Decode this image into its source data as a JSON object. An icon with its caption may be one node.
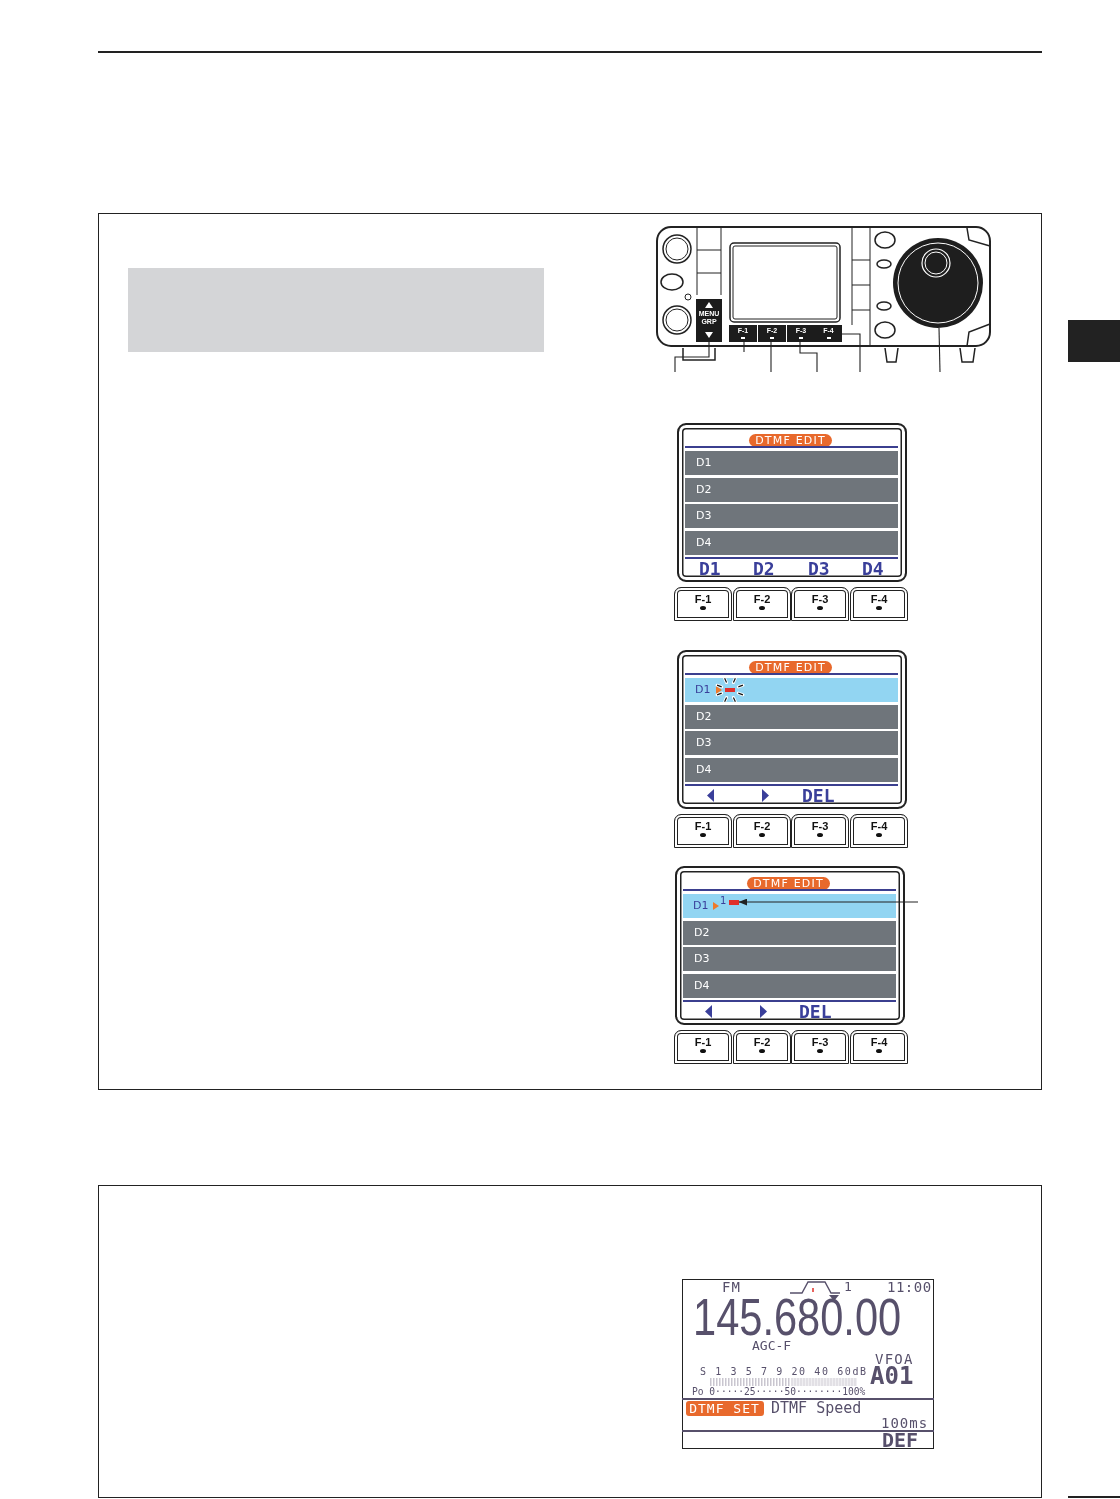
{
  "diagram": {
    "nodes": [
      {
        "text": [],
        "shape": "box"
      },
      {
        "text": [],
        "shape": "box",
        "in": 0
      },
      {
        "text": [],
        "shape": "picture",
        "in": 0
      },
      {
        "text": [
          "MENU GRP"
        ],
        "in": 2
      },
      {
        "text": [
          "F-1"
        ],
        "in": 2
      },
      {
        "text": [
          "F-2"
        ],
        "in": 2
      },
      {
        "text": [
          "F-3"
        ],
        "in": 2
      },
      {
        "text": [
          "F-4"
        ],
        "in": 2
      },
      {
        "text": [],
        "shape": "circle",
        "in": 2
      },
      {
        "text": [],
        "shape": "box",
        "in": 0
      },
      {
        "text": [
          "DTMF EDIT"
        ],
        "in": 9
      },
      {
        "text": [
          "D1"
        ],
        "in": 9
      },
      {
        "text": [
          "D2"
        ],
        "in": 9
      },
      {
        "text": [
          "D3"
        ],
        "in": 9
      },
      {
        "text": [
          "D4"
        ],
        "in": 9
      },
      {
        "text": [
          "F-1"
        ],
        "in": 0
      },
      {
        "text": [
          "F-2"
        ],
        "in": 0
      },
      {
        "text": [
          "F-3"
        ],
        "in": 0
      },
      {
        "text": [
          "F-4"
        ],
        "in": 0
      },
      {
        "text": [],
        "shape": "box",
        "in": 0
      },
      {
        "text": [
          "DTMF EDIT"
        ],
        "in": 19
      },
      {
        "text": [
          "D1"
        ],
        "in": 19
      },
      {
        "text": [
          "D2"
        ],
        "in": 19
      },
      {
        "text": [
          "D3"
        ],
        "in": 19
      },
      {
        "text": [
          "D4"
        ],
        "in": 19
      },
      {
        "text": [
          "F-1"
        ],
        "in": 0
      },
      {
        "text": [
          "F-2"
        ],
        "in": 0
      },
      {
        "text": [
          "F-3"
        ],
        "in": 0
      },
      {
        "text": [
          "F-4"
        ],
        "in": 0
      },
      {
        "text": [],
        "shape": "box",
        "in": 0
      },
      {
        "text": [
          "DTMF EDIT"
        ],
        "in": 29
      },
      {
        "text": [
          "D1",
          "1"
        ],
        "in": 29
      },
      {
        "text": [],
        "shape": "bar",
        "in": 31
      },
      {
        "text": [
          "D2"
        ],
        "in": 29
      },
      {
        "text": [
          "D3"
        ],
        "in": 29
      },
      {
        "text": [
          "D4"
        ],
        "in": 29
      },
      {
        "text": [
          "F-1"
        ],
        "in": 0
      },
      {
        "text": [
          "F-2"
        ],
        "in": 0
      },
      {
        "text": [
          "F-3"
        ],
        "in": 0
      },
      {
        "text": [
          "F-4"
        ],
        "in": 0
      },
      {
        "text": [],
        "shape": "box"
      },
      {
        "text": [],
        "shape": "box"
      },
      {
        "text": [],
        "shape": "box",
        "in": 41
      },
      {
        "text": [
          "DTMF SET"
        ],
        "in": 42
      }
    ],
    "edges": [
      {
        "from": null,
        "to": 3,
        "arrow": "none"
      },
      {
        "from": null,
        "to": 4,
        "arrow": "none"
      },
      {
        "from": null,
        "to": 5,
        "arrow": "none"
      },
      {
        "from": null,
        "to": 6,
        "arrow": "none"
      },
      {
        "from": null,
        "to": 7,
        "arrow": "none"
      },
      {
        "from": null,
        "to": 8,
        "arrow": "none"
      },
      {
        "from": null,
        "to": 32,
        "arrow": "to"
      }
    ],
    "labels": [
      "D1",
      "D2",
      "D3",
      "D4",
      "DEL",
      "DEL",
      "FM",
      "1",
      "11:00",
      "145.680.00",
      "AGC-F",
      "VFOA",
      "S 1 3 5 7 9 20 40 60dB",
      "A01",
      "Po 0·····25·····50········100%",
      "DTMF Speed",
      "100ms",
      "DEF"
    ]
  }
}
